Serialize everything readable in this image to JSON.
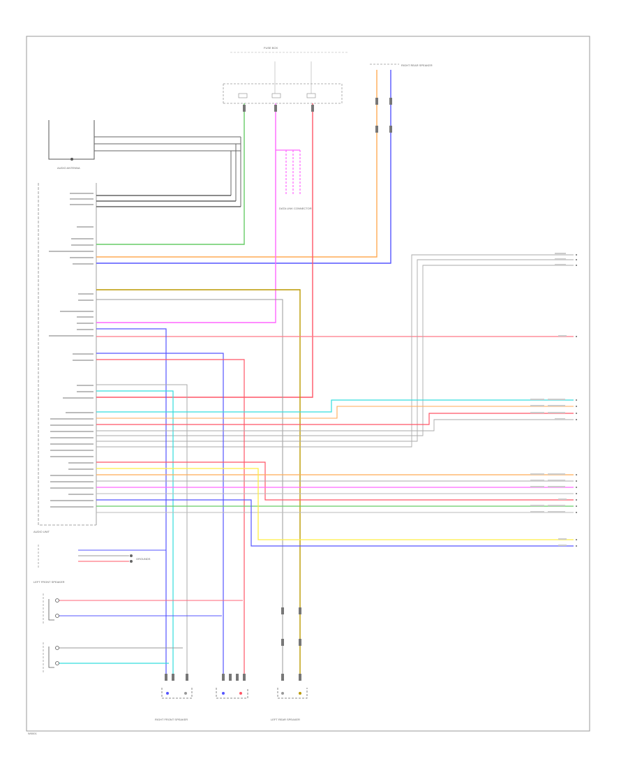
{
  "components": {
    "audio_antenna": "AUDIO ANTENNA",
    "audio_unit": "AUDIO UNIT",
    "right_rear_speaker": "RIGHT REAR SPEAKER",
    "left_front_speaker": "LEFT FRONT SPEAKER",
    "right_front_speaker": "RIGHT FRONT SPEAKER",
    "left_rear_speaker": "LEFT REAR SPEAKER",
    "fuse_box": "FUSE BOX",
    "grounds": "GROUNDS",
    "data_link": "DATA LINK CONNECTOR"
  },
  "page_id": "W0001",
  "colors": {
    "green": "#66cc66",
    "pink": "#ff66ff",
    "red": "#ff5566",
    "orange": "#ffaa55",
    "blue": "#5555ff",
    "olive": "#bb9900",
    "cyan": "#33dddd",
    "yellow": "#ffee44",
    "gray": "#999999",
    "black": "#333333"
  }
}
